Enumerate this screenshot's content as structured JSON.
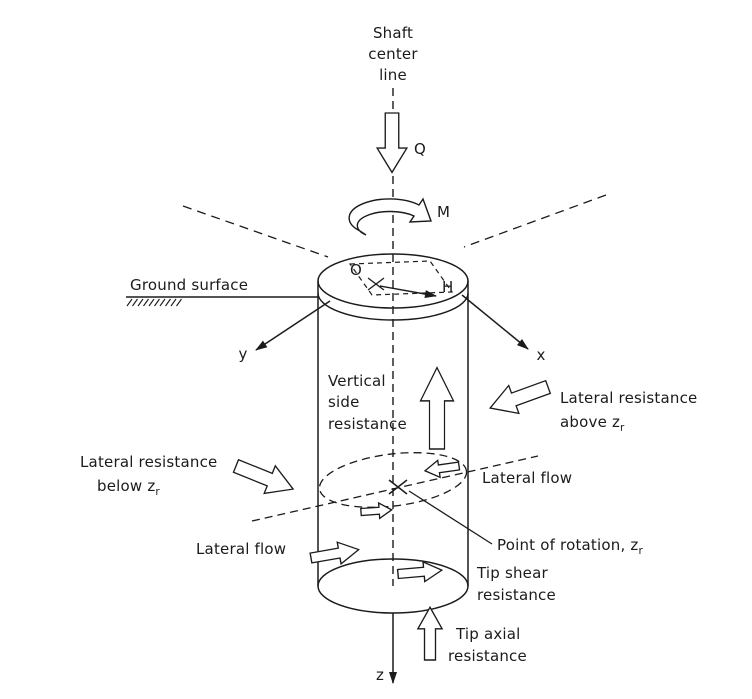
{
  "figure": {
    "background": "#ffffff",
    "ink": "#1b1b1b"
  },
  "labels": {
    "shaft_center_line": [
      "Shaft",
      "center",
      "line"
    ],
    "load_q": "Q",
    "moment_m": "M",
    "origin_o": "O",
    "horizontal_h": "H",
    "axis_x": "x",
    "axis_y": "y",
    "axis_z": "z",
    "ground_surface": "Ground surface",
    "vertical_side_resistance": [
      "Vertical",
      "side",
      "resistance"
    ],
    "lateral_resistance_above": [
      "Lateral resistance",
      "above z"
    ],
    "lateral_resistance_below": [
      "Lateral resistance",
      "below z"
    ],
    "zr_subscript": "r",
    "lateral_flow_right": "Lateral flow",
    "lateral_flow_left": "Lateral flow",
    "point_of_rotation": "Point of rotation, z",
    "tip_shear_resistance": [
      "Tip shear",
      "resistance"
    ],
    "tip_axial_resistance": [
      "Tip axial",
      "resistance"
    ]
  }
}
